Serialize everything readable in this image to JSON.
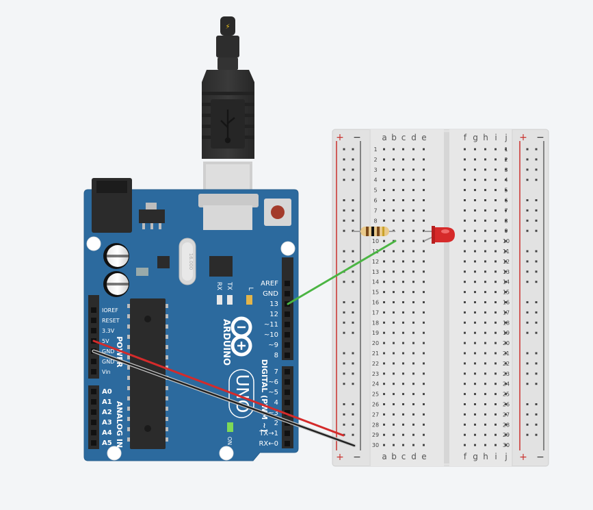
{
  "usb": {
    "bolt": "⚡"
  },
  "board": {
    "brand": "ARDUINO",
    "model": "UNO",
    "crystal": "16.000",
    "rx": "RX",
    "tx": "TX",
    "led_l": "L",
    "on": "ON",
    "power_title": "POWER",
    "analog_title": "ANALOG IN",
    "digital_title": "DIGITAL (PWM ~)",
    "power_pins": [
      "IOREF",
      "RESET",
      "3.3V",
      "5V",
      "GND",
      "GND",
      "Vin"
    ],
    "analog_pins": [
      "A0",
      "A1",
      "A2",
      "A3",
      "A4",
      "A5"
    ],
    "digital_pins_top": [
      "AREF",
      "GND",
      "13",
      "12",
      "~11",
      "~10",
      "~9",
      "8"
    ],
    "digital_pins_bottom": [
      "7",
      "~6",
      "~5",
      "4",
      "~3",
      "2",
      "TX→1",
      "RX←0"
    ]
  },
  "breadboard": {
    "plus": "+",
    "minus": "−",
    "cols_left": [
      "a",
      "b",
      "c",
      "d",
      "e"
    ],
    "cols_right": [
      "f",
      "g",
      "h",
      "i",
      "j"
    ],
    "rows": 30
  },
  "colors": {
    "board": "#2c6a9e",
    "wire_5v": "#d42b2b",
    "wire_gnd": "#222222",
    "wire_13": "#4bb543",
    "led": "#d62a2a"
  }
}
